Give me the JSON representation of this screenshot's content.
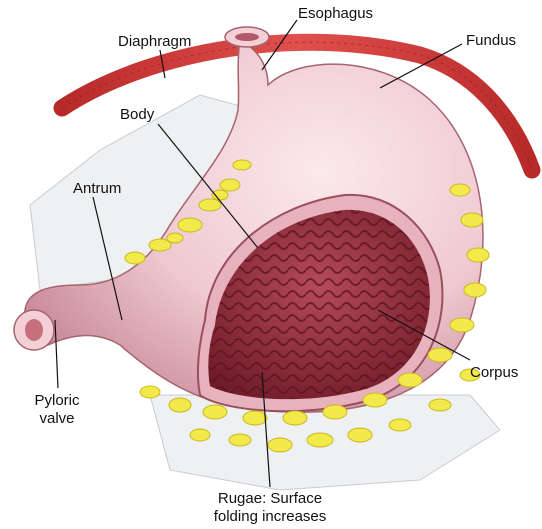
{
  "labels": {
    "esophagus": "Esophagus",
    "diaphragm": "Diaphragm",
    "fundus": "Fundus",
    "body": "Body",
    "antrum": "Antrum",
    "corpus": "Corpus",
    "pyloric_line1": "Pyloric",
    "pyloric_line2": "valve",
    "rugae_line1": "Rugae: Surface",
    "rugae_line2": "folding increases"
  },
  "colors": {
    "stomach_outer": "#f2d4da",
    "stomach_shade": "#c98a98",
    "rugae_dark": "#7a1e2c",
    "rugae_mid": "#a73a4a",
    "fat": "#f2ea4a",
    "diaphragm": "#d23a3a",
    "omentum": "#eef0f2"
  }
}
